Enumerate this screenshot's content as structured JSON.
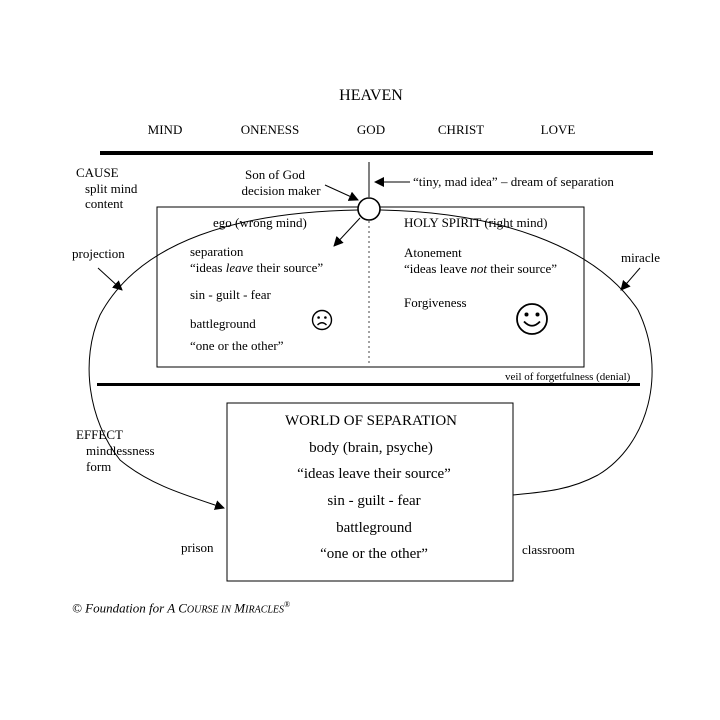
{
  "heaven": {
    "title": "HEAVEN",
    "attributes": [
      "MIND",
      "ONENESS",
      "GOD",
      "CHRIST",
      "LOVE"
    ]
  },
  "cause": {
    "title": "CAUSE",
    "line1": "split mind",
    "line2": "content"
  },
  "son": {
    "line1": "Son of God",
    "line2": "decision maker"
  },
  "tiny_idea": "“tiny, mad idea” – dream of separation",
  "ego": {
    "header": "ego (wrong mind)",
    "separation": "separation",
    "ideas_pre": "“ideas ",
    "ideas_em": "leave",
    "ideas_post": " their source”",
    "triad": "sin - guilt - fear",
    "battleground": "battleground",
    "one_or_other": "“one or the other”",
    "face_icon": "frown-face-icon"
  },
  "holy_spirit": {
    "header": "HOLY SPIRIT (right mind)",
    "atonement": "Atonement",
    "ideas_pre": "“ideas leave ",
    "ideas_em": "not",
    "ideas_post": " their source”",
    "forgiveness": "Forgiveness",
    "face_icon": "smile-face-icon"
  },
  "projection": "projection",
  "miracle": "miracle",
  "veil": "veil of forgetfulness (denial)",
  "effect": {
    "title": "EFFECT",
    "line1": "mindlessness",
    "line2": "form"
  },
  "world": {
    "title": "WORLD OF SEPARATION",
    "body": "body (brain, psyche)",
    "ideas": "“ideas leave their source”",
    "triad": "sin - guilt - fear",
    "battleground": "battleground",
    "one_or_other": "“one or the other”"
  },
  "prison": "prison",
  "classroom": "classroom",
  "copyright": {
    "pre": "© Foundation for ",
    "a": "A C",
    "a_sc": "OURSE IN",
    "m": " M",
    "m_sc": "IRACLES",
    "reg": "®"
  }
}
